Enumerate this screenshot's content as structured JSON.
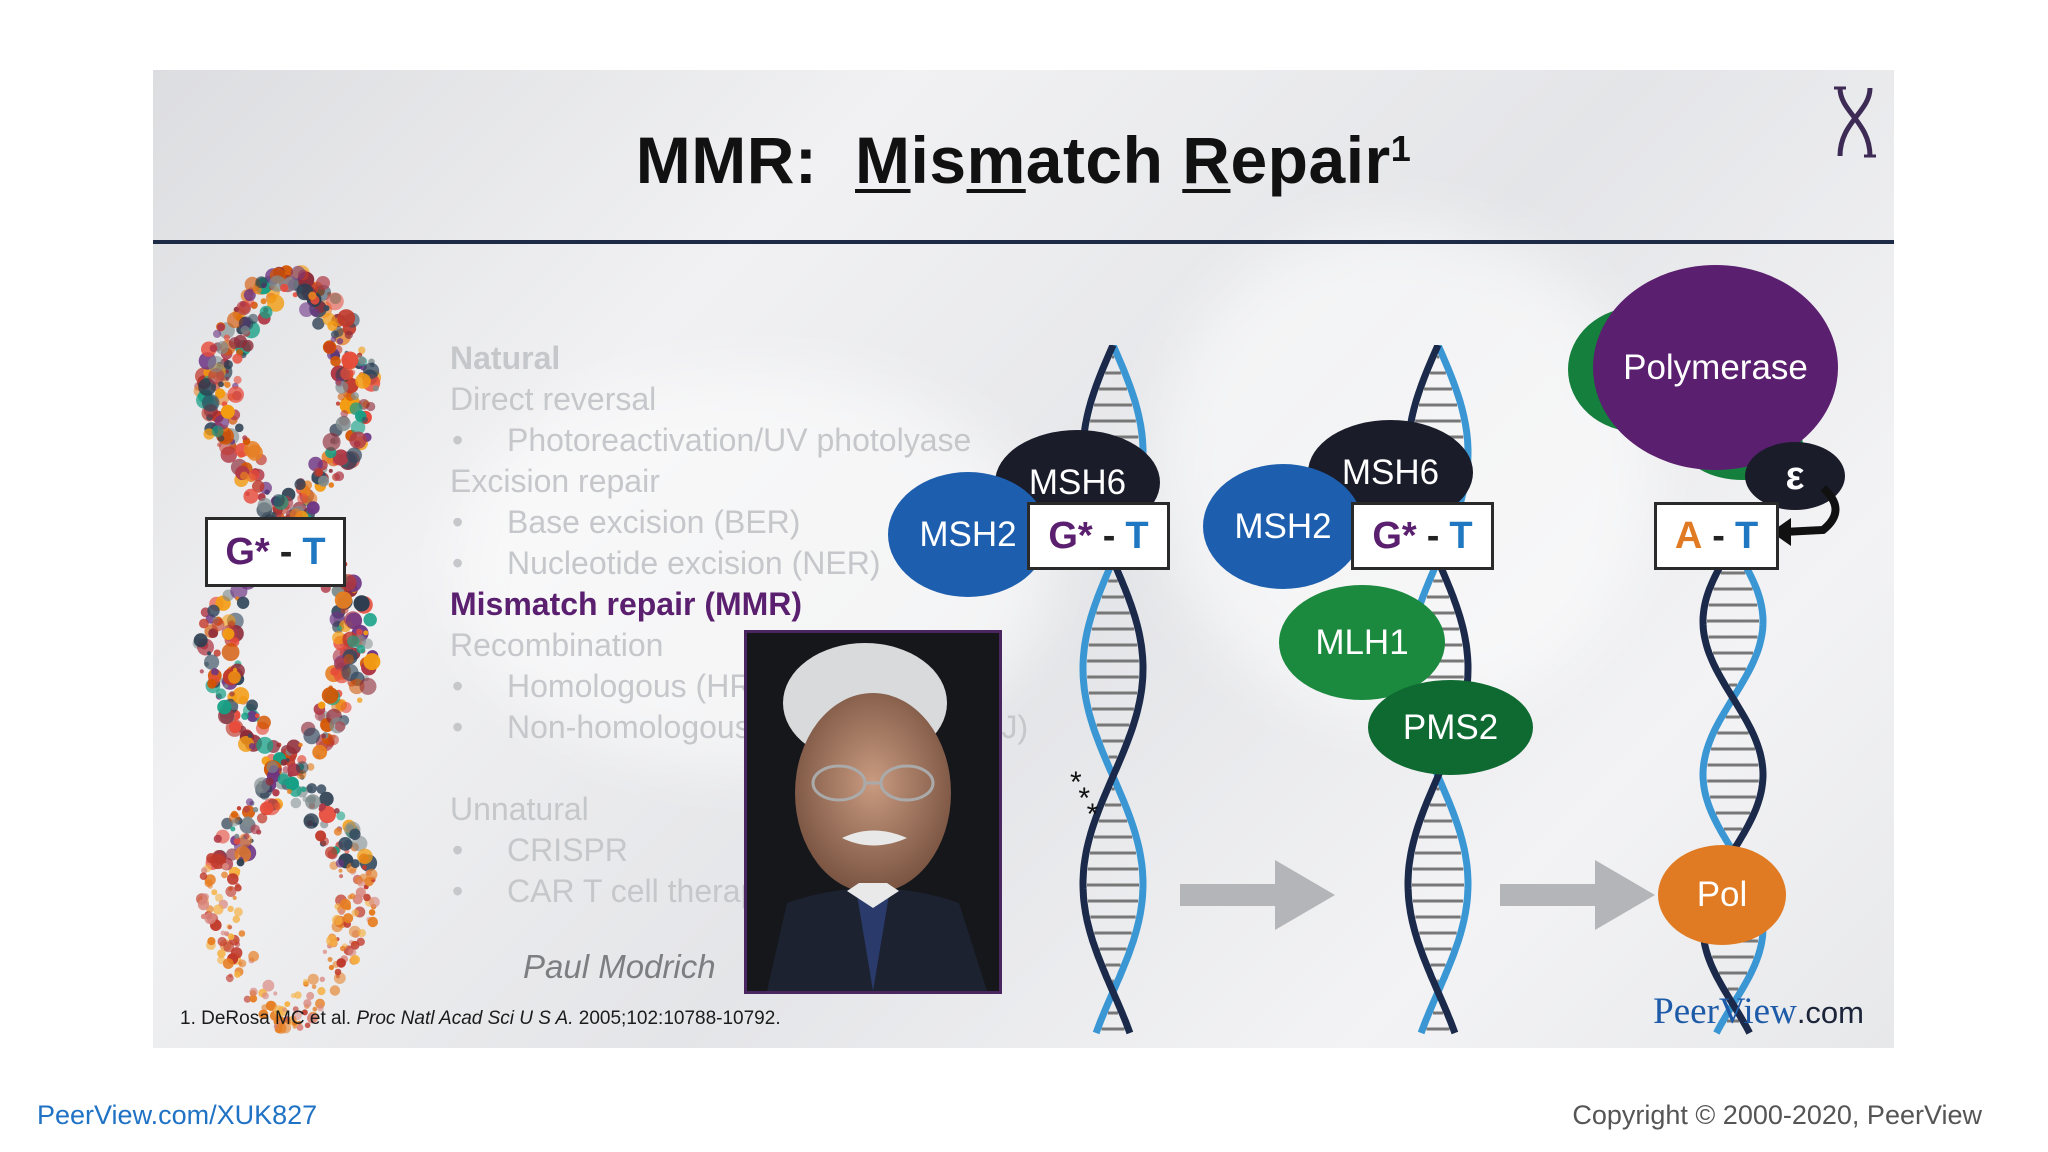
{
  "slide": {
    "title_prefix": "MMR:",
    "title_words": [
      {
        "underlined": "M",
        "rest": "ismatch "
      },
      {
        "pre": "is",
        "underlined": "m",
        "rest": "atch"
      },
      {
        "underlined": "R",
        "rest": "epair"
      }
    ],
    "title_superscript": "1",
    "left_pair": {
      "g": "G*",
      "dash": "-",
      "t": "T"
    },
    "ghost_list": [
      {
        "text": "Natural",
        "bold": true,
        "bullet": false
      },
      {
        "text": "Direct reversal",
        "bullet": false
      },
      {
        "text": "Photoreactivation/UV photolyase",
        "bullet": true
      },
      {
        "text": "Excision repair",
        "bullet": false
      },
      {
        "text": "Base excision (BER)",
        "bullet": true
      },
      {
        "text": "Nucleotide excision (NER)",
        "bullet": true
      },
      {
        "text": "Mismatch repair (MMR)",
        "bullet": false,
        "highlight": true
      },
      {
        "text": "Recombination",
        "bullet": false
      },
      {
        "text": "Homologous (HR)",
        "bullet": true
      },
      {
        "text": "Non-homologous end joining (NHEJ)",
        "bullet": true
      },
      {
        "text": "",
        "gap": true
      },
      {
        "text": "Unnatural",
        "bullet": false
      },
      {
        "text": "CRISPR",
        "bullet": true
      },
      {
        "text": "CAR T cell therapy",
        "bullet": true
      }
    ],
    "bullet_char": "•",
    "photo_caption": "Paul Modrich",
    "step1": {
      "msh6": "MSH6",
      "msh2": "MSH2",
      "pair": {
        "g": "G*",
        "dash": "-",
        "t": "T"
      }
    },
    "step2": {
      "msh6": "MSH6",
      "msh2": "MSH2",
      "mlh1": "MLH1",
      "pms2": "PMS2",
      "pair": {
        "g": "G*",
        "dash": "-",
        "t": "T"
      }
    },
    "step3": {
      "polymerase": "Polymerase",
      "epsilon": "ε",
      "pol": "Pol",
      "pair": {
        "a": "A",
        "dash": "-",
        "t": "T"
      }
    },
    "reference": {
      "text": "1. DeRosa MC et al. ",
      "journal": "Proc Natl Acad Sci U S A.",
      "rest": " 2005;102:10788-10792."
    },
    "logo": {
      "brand": "PeerView",
      "suffix": ".com"
    }
  },
  "footer": {
    "url": "PeerView.com/XUK827",
    "copyright": "Copyright © 2000-2020, PeerView"
  },
  "colors": {
    "purple": "#5a1f6e",
    "blue": "#1f78c1",
    "navy": "#1d2b47",
    "green": "#15803d",
    "orange": "#e07b23"
  },
  "icons": [
    "dna-logo-icon",
    "arrow-right-icon",
    "helix-icon",
    "curved-arrow-icon",
    "asterisk-icon"
  ]
}
